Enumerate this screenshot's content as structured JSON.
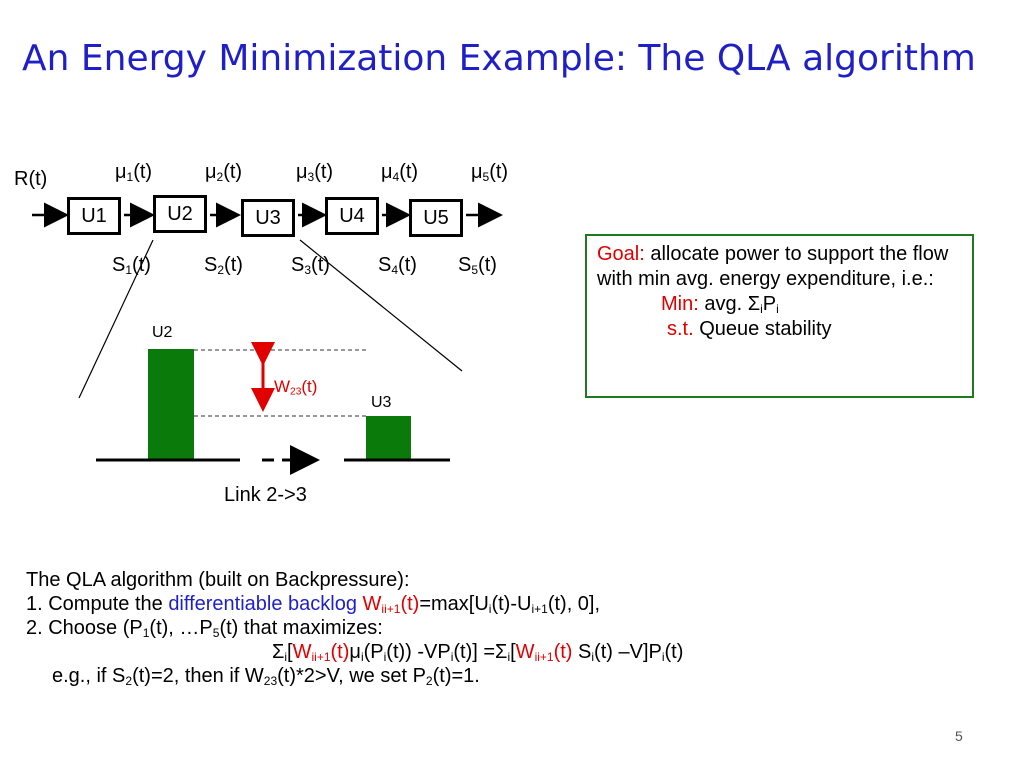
{
  "title": "An Energy Minimization Example: The QLA algorithm",
  "diagram": {
    "input_label": "R(t)",
    "units": [
      "U1",
      "U2",
      "U3",
      "U4",
      "U5"
    ],
    "mu_labels": [
      {
        "base": "μ",
        "sub": "1",
        "tail": "(t)"
      },
      {
        "base": "μ",
        "sub": "2",
        "tail": "(t)"
      },
      {
        "base": "μ",
        "sub": "3",
        "tail": "(t)"
      },
      {
        "base": "μ",
        "sub": "4",
        "tail": "(t)"
      },
      {
        "base": "μ",
        "sub": "5",
        "tail": "(t)"
      }
    ],
    "s_labels": [
      {
        "base": "S",
        "sub": "1",
        "tail": "(t)"
      },
      {
        "base": "S",
        "sub": "2",
        "tail": "(t)"
      },
      {
        "base": "S",
        "sub": "3",
        "tail": "(t)"
      },
      {
        "base": "S",
        "sub": "4",
        "tail": "(t)"
      },
      {
        "base": "S",
        "sub": "5",
        "tail": "(t)"
      }
    ],
    "zoom": {
      "left_bar_label": "U2",
      "right_bar_label": "U3",
      "diff_base": "W",
      "diff_sub": "23",
      "diff_tail": "(t)",
      "link_label": "Link 2->3",
      "bar_color": "#0a7a0a",
      "diff_color": "#e00000"
    }
  },
  "goal": {
    "goal_label": "Goal:",
    "goal_text": " allocate power to support the flow with min avg. energy expenditure, i.e.:",
    "min_label": "Min:",
    "min_text_a": " avg. Σ",
    "min_sub_a": "i",
    "min_text_b": "P",
    "min_sub_b": "i",
    "st_label": "s.t.",
    "st_text": " Queue stability",
    "border_color": "#1f7a1f"
  },
  "algorithm": {
    "line1": "The QLA algorithm (built on Backpressure):",
    "line2_prefix": "1. Compute the ",
    "line2_blue": "differentiable backlog",
    "line2_red_base": "W",
    "line2_red_sub": "ii+1",
    "line2_red_tail": "(t)",
    "line2_eq": "=max[U",
    "line2_sub_i": "i",
    "line2_mid": "(t)-U",
    "line2_sub_i1": "i+1",
    "line2_end": "(t), 0],",
    "line3_a": "2. Choose (P",
    "line3_sub1": "1",
    "line3_b": "(t), …P",
    "line3_sub5": "5",
    "line3_c": "(t) that maximizes:",
    "line4_sigma": "Σ",
    "line4_sub_i": "i",
    "line4_bracket": "[",
    "line4_red_base": "W",
    "line4_red_sub": "ii+1",
    "line4_red_tail": "(t)",
    "line4_mu": "μ",
    "line4_mu_sub": "i",
    "line4_mu_tail": "(P",
    "line4_p_sub": "i",
    "line4_vp": "(t)) -VP",
    "line4_vp_sub": "i",
    "line4_eq": "(t)] =Σ",
    "line4_sigma2_sub": "i",
    "line4_bracket2": "[",
    "line4_red2_base": "W",
    "line4_red2_sub": "ii+1",
    "line4_red2_tail": "(t)",
    "line4_s": " S",
    "line4_s_sub": "i",
    "line4_s_tail": "(t) –V]P",
    "line4_p2_sub": "i",
    "line4_end": "(t)",
    "line5_a": "e.g., if S",
    "line5_sub2": "2",
    "line5_b": "(t)=2, then if W",
    "line5_sub23": "23",
    "line5_c": "(t)*2>V, we set P",
    "line5_sub2b": "2",
    "line5_d": "(t)=1."
  },
  "page_number": "5"
}
